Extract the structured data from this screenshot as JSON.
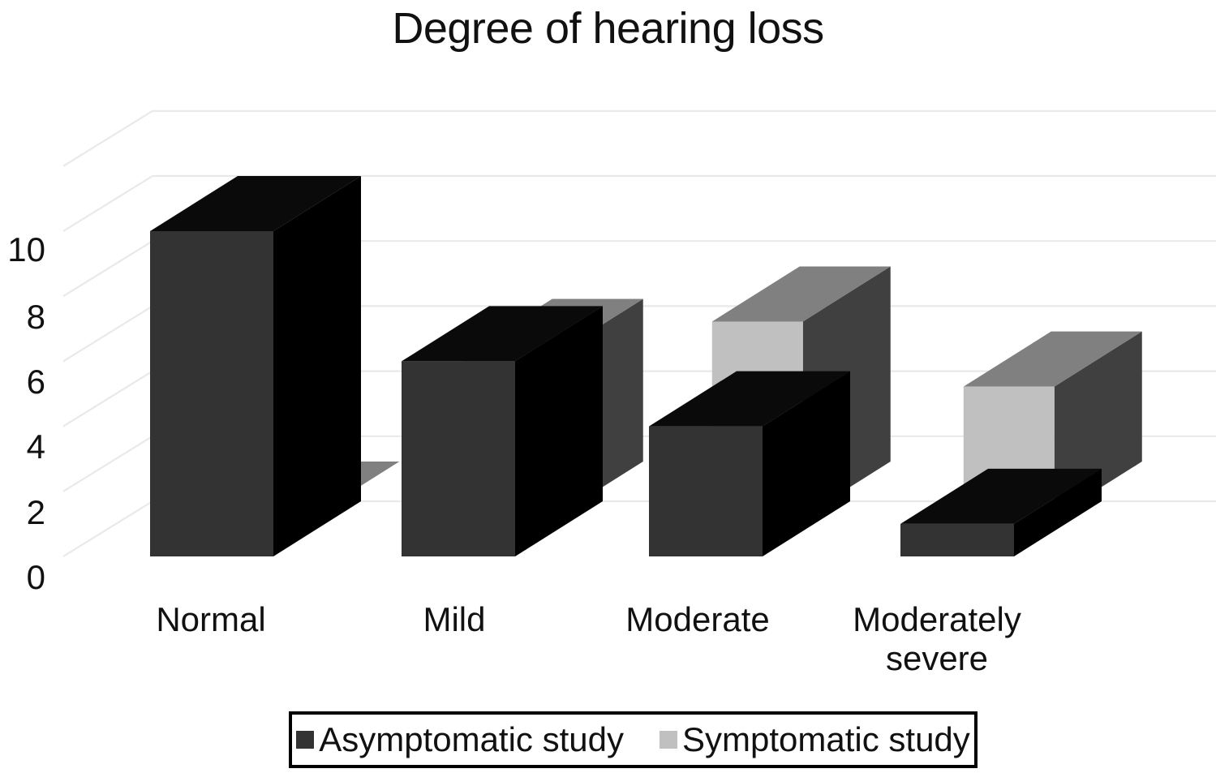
{
  "chart_data": {
    "type": "bar",
    "title": "Degree of hearing loss",
    "subtitle": "",
    "xlabel": "",
    "ylabel": "",
    "categories": [
      "Normal",
      "Mild",
      "Moderate",
      "Moderately severe"
    ],
    "series": [
      {
        "name": "Asymptomatic study",
        "values": [
          10,
          6,
          4,
          1
        ],
        "color": "#333333"
      },
      {
        "name": "Symptomatic study",
        "values": [
          0,
          5,
          6,
          4
        ],
        "color": "#c0c0c0"
      }
    ],
    "yticks": [
      0,
      2,
      4,
      6,
      8,
      10
    ],
    "ylim": [
      0,
      12
    ],
    "grid": true,
    "grid_color": "#e8e8e8",
    "legend_position": "bottom",
    "style": "3d-clustered-column",
    "background": "#ffffff"
  },
  "title": {
    "text": "Degree of hearing loss"
  },
  "axes": {
    "y_tick_labels": [
      "10",
      "8",
      "6",
      "4",
      "2",
      "0"
    ],
    "x_tick_labels": [
      "Normal",
      "Mild",
      "Moderate",
      "Moderately severe"
    ]
  },
  "legend": {
    "entries": [
      {
        "label": "Asymptomatic study",
        "color": "#333333"
      },
      {
        "label": "Symptomatic study",
        "color": "#c0c0c0"
      }
    ]
  },
  "colors": {
    "series1_front": "#333333",
    "series1_top": "#0a0a0a",
    "series1_side": "#000000",
    "series2_front": "#c0c0c0",
    "series2_top": "#808080",
    "series2_side": "#404040",
    "grid": "#e9e9e9",
    "text": "#111111",
    "background": "#ffffff"
  }
}
